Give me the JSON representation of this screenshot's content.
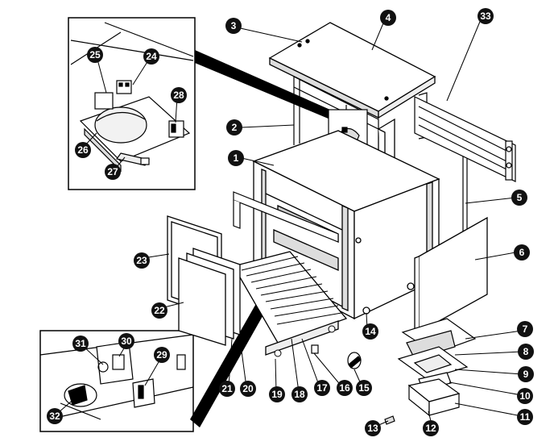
{
  "colors": {
    "ink": "#000000",
    "paper": "#ffffff",
    "shade": "#e6e6e6",
    "callout_fill": "#111111",
    "callout_text": "#ffffff"
  },
  "callouts": [
    "1",
    "2",
    "3",
    "4",
    "5",
    "6",
    "7",
    "8",
    "9",
    "10",
    "11",
    "12",
    "13",
    "14",
    "15",
    "16",
    "17",
    "18",
    "19",
    "20",
    "21",
    "22",
    "23",
    "24",
    "25",
    "26",
    "27",
    "28",
    "29",
    "30",
    "31",
    "32",
    "33"
  ]
}
